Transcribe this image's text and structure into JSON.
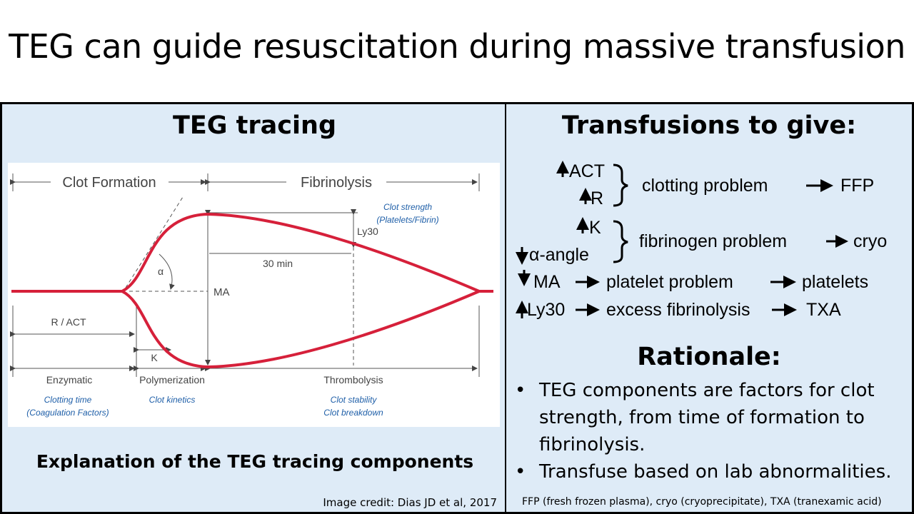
{
  "slide": {
    "title": "TEG can guide resuscitation during massive transfusion"
  },
  "left": {
    "heading": "TEG tracing",
    "diagram": {
      "phase_clot_formation": "Clot Formation",
      "phase_fibrinolysis": "Fibrinolysis",
      "clot_strength": "Clot strength",
      "platelets_fibrin": "(Platelets/Fibrin)",
      "ly30": "Ly30",
      "thirty_min": "30 min",
      "alpha": "α",
      "ma": "MA",
      "r_act": "R / ACT",
      "k": "K",
      "enzymatic": "Enzymatic",
      "clotting_time": "Clotting time",
      "coag_factors": "(Coagulation Factors)",
      "polymerization": "Polymerization",
      "clot_kinetics": "Clot kinetics",
      "thrombolysis": "Thrombolysis",
      "clot_stability": "Clot stability",
      "clot_breakdown": "Clot breakdown"
    },
    "caption": "Explanation of the TEG tracing components",
    "credit": "Image credit: Dias JD et al, 2017"
  },
  "right": {
    "heading": "Transfusions to give:",
    "rows": {
      "act": "ACT",
      "r": "R",
      "clotting_problem": "clotting problem",
      "ffp": "FFP",
      "k": "K",
      "alpha_angle": "α-angle",
      "fibrinogen_problem": "fibrinogen problem",
      "cryo": "cryo",
      "ma": "MA",
      "platelet_problem": "platelet problem",
      "platelets": "platelets",
      "ly30": "Ly30",
      "excess_fibrinolysis": "excess fibrinolysis",
      "txa": "TXA"
    },
    "rationale_heading": "Rationale:",
    "bullets": [
      "TEG components are factors for clot strength, from time of formation to fibrinolysis.",
      "Transfuse based on lab abnormalities."
    ],
    "footnote": "FFP (fresh frozen plasma), cryo (cryoprecipitate), TXA (tranexamic acid)"
  },
  "colors": {
    "panel_bg": "#deebf7",
    "curve": "#d6203a",
    "blue_label": "#1f5fa8",
    "text": "#000000"
  }
}
